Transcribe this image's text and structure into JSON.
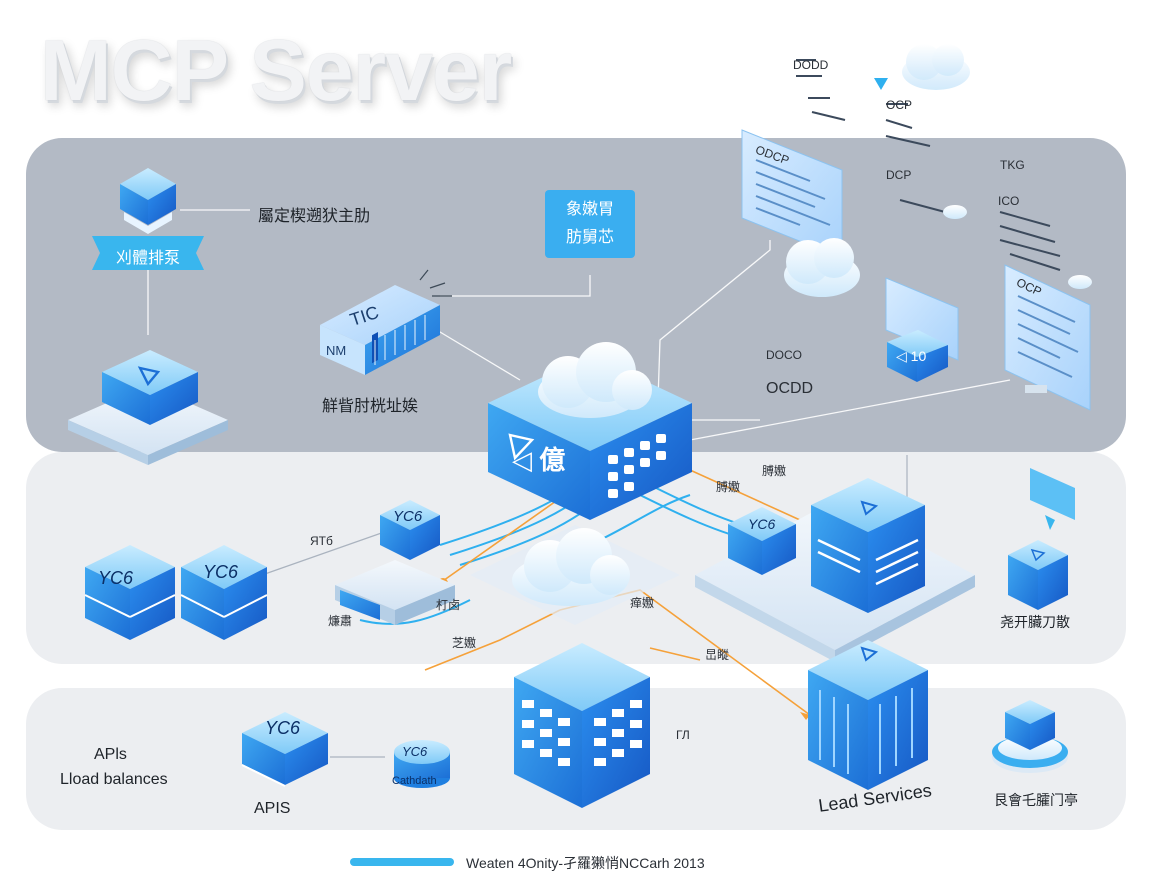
{
  "title": "MCP Server",
  "top_left_label": "屬定楔遡犾主肋",
  "ribbon_label": "刈體排泵",
  "tag_box": {
    "line1": "象嫩胃",
    "line2": "肪舅芯"
  },
  "gateway_text": "TIC",
  "gateway_badge": "NM",
  "gateway_label": "觧眥肘桄址娭",
  "core_text": "◁ 億",
  "left_nodes": [
    "YC6",
    "YC6"
  ],
  "mid_small_node": "YC6",
  "mid_left_tag": "ЯТб",
  "mid_left_stack_tag": "燫肅",
  "mid_cloud_tag_left": "瘅嫐",
  "mid_cloud_tag_right": "朾卤",
  "right_small_node": "YC6",
  "right_small_tag": "膊嫐",
  "right_monitor_label": "尧开臟刀散",
  "orange_tag_1": "芝嫐",
  "orange_tag_2": "旵瞛",
  "lower_node": "YC6",
  "lower_cyl": "YC6",
  "lower_cyl_base": "Cathdath",
  "lower_tag": "ГЛ",
  "bottom_left_labels": [
    "APls",
    "Lload balances"
  ],
  "bottom_node_label": "APIS",
  "lead_services": "Lead Services",
  "bottom_right_label": "艮會乇臛门亭",
  "panel_texts": {
    "p1": "DODD",
    "p2": "ODCP",
    "p3": "DOCO",
    "p4": "OCP",
    "side1": "TKG",
    "side2": "DCP",
    "side3": "ICO",
    "mid": "OCP",
    "ocdd": "OCDD",
    "side_mid_label": "◁ 10"
  },
  "footer": "Weaten 4Onity-孑羅獭悄NCCarh 2013",
  "colors": {
    "band_top": "#b3bac5",
    "band_mid": "#eceef1",
    "accent": "#39b6ee",
    "cube_dark": "#1f7fe0",
    "orange_line": "#f5a13a"
  }
}
